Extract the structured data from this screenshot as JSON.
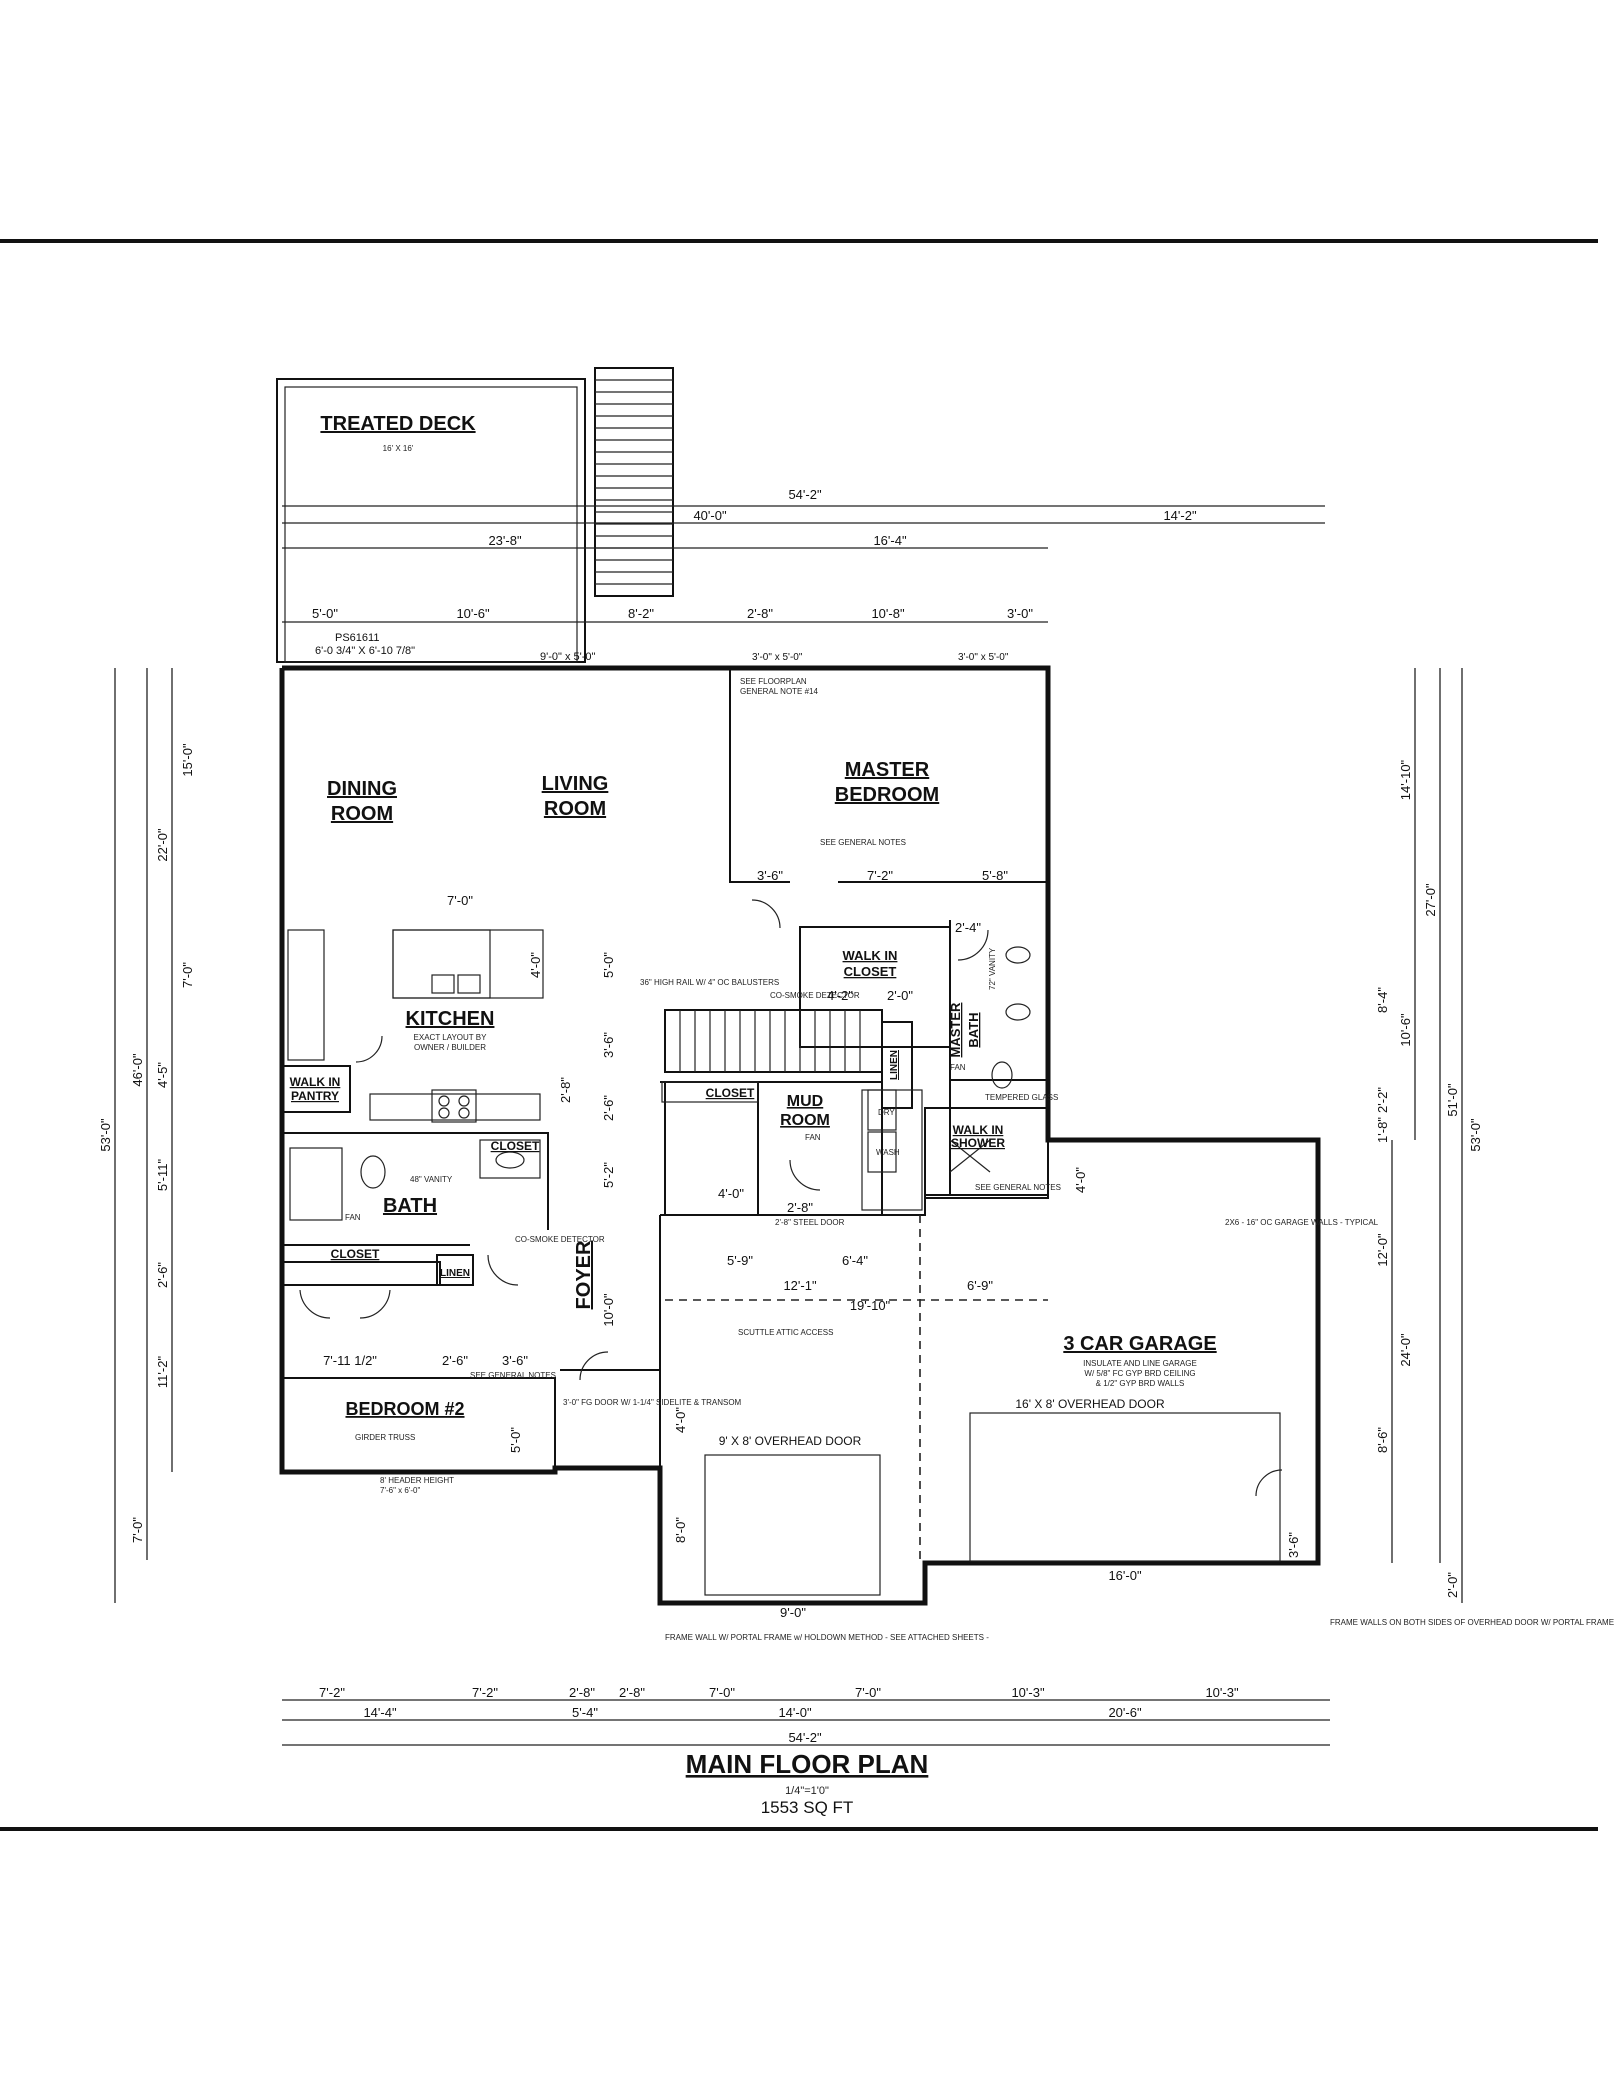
{
  "rooms": {
    "treated_deck": "TREATED DECK",
    "treated_deck_size": "16' X 16'",
    "dining": [
      "DINING",
      "ROOM"
    ],
    "living": [
      "LIVING",
      "ROOM"
    ],
    "master_bedroom": [
      "MASTER",
      "BEDROOM"
    ],
    "kitchen": "KITCHEN",
    "kitchen_note": [
      "EXACT LAYOUT BY",
      "OWNER / BUILDER"
    ],
    "walk_in_pantry": [
      "WALK IN",
      "PANTRY"
    ],
    "walk_in_closet": [
      "WALK IN",
      "CLOSET"
    ],
    "master_bath": [
      "MASTER",
      "BATH"
    ],
    "walk_in_shower": [
      "WALK IN",
      "SHOWER"
    ],
    "mud_room": [
      "MUD",
      "ROOM"
    ],
    "closet": "CLOSET",
    "linen": "LINEN",
    "bath": "BATH",
    "foyer": "FOYER",
    "bedroom2": "BEDROOM #2",
    "garage": "3 CAR GARAGE",
    "garage_note": [
      "INSULATE AND LINE GARAGE",
      "W/ 5/8\" FC GYP BRD CEILING",
      "& 1/2\" GYP BRD WALLS"
    ]
  },
  "notes": {
    "ps": "PS61611",
    "deck_door": "6'-0 3/4\" X 6'-10 7/8\"",
    "living_window": "9'-0\" x 5'-0\"",
    "mb_window1": "3'-0\" x 5'-0\"",
    "mb_window2": "3'-0\" x 5'-0\"",
    "see_floorplan": "SEE FLOORPLAN",
    "general_note_14": "GENERAL NOTE #14",
    "see_general_notes": "SEE GENERAL NOTES",
    "smoke": "CO-SMOKE DETECTOR",
    "high_rail": "36\" HIGH RAIL W/ 4\" OC BALUSTERS",
    "vanity_48": "48\" VANITY",
    "vanity_72": "72\" VANITY",
    "tempered_glass": "TEMPERED GLASS",
    "steel_door": "2'-8\" STEEL DOOR",
    "overhead_9": "9' X 8' OVERHEAD DOOR",
    "overhead_16": "16' X 8' OVERHEAD DOOR",
    "attic": "SCUTTLE ATTIC ACCESS",
    "girder_truss": "GIRDER TRUSS",
    "header_height": "8' HEADER HEIGHT",
    "bed2_window": "7'-6\" x 6'-0\"",
    "fg_door": "3'-0\" FG DOOR W/ 1-1/4\" SIDELITE & TRANSOM",
    "garage_walls": "2X6 - 16\" OC GARAGE WALLS - TYPICAL",
    "frame_wall_left": "FRAME WALL W/ PORTAL FRAME w/ HOLDOWN METHOD - SEE ATTACHED SHEETS -",
    "frame_wall_right": "FRAME WALLS ON BOTH SIDES OF OVERHEAD DOOR W/ PORTAL FRAME w/ HOLDOWN METHOD - SEE ATTACHED SHEETS -",
    "fan": "FAN",
    "dry": "DRY",
    "wash": "WASH"
  },
  "dims": {
    "top": [
      "54'-2\"",
      "40'-0\"",
      "14'-2\"",
      "23'-8\"",
      "16'-4\"",
      "5'-0\"",
      "10'-6\"",
      "8'-2\"",
      "2'-8\"",
      "10'-8\"",
      "3'-0\""
    ],
    "bottom": [
      "7'-2\"",
      "7'-2\"",
      "2'-8\"",
      "2'-8\"",
      "7'-0\"",
      "7'-0\"",
      "10'-3\"",
      "10'-3\"",
      "14'-4\"",
      "5'-4\"",
      "14'-0\"",
      "20'-6\"",
      "54'-2\""
    ],
    "left": [
      "53'-0\"",
      "46'-0\"",
      "22'-0\"",
      "15'-0\"",
      "7'-0\"",
      "4'-5\"",
      "5'-11\"",
      "2'-6\"",
      "11'-2\"",
      "7'-0\""
    ],
    "right": [
      "14'-10\"",
      "27'-0\"",
      "51'-0\"",
      "53'-0\"",
      "8'-4\"",
      "10'-6\"",
      "2'-2\"",
      "1'-8\"",
      "12'-0\"",
      "24'-0\"",
      "8'-6\"",
      "2'-0\""
    ],
    "interior": [
      "7'-0\"",
      "4'-0\"",
      "3'-6\"",
      "7'-2\"",
      "5'-8\"",
      "4'-2\"",
      "2'-0\"",
      "2'-4\"",
      "5'-0\"",
      "3'-6\"",
      "2'-6\"",
      "5'-2\"",
      "10'-0\"",
      "5'-9\"",
      "6'-4\"",
      "12'-1\"",
      "6'-9\"",
      "19'-10\"",
      "7'-11 1/2\"",
      "2'-6\"",
      "3'-6\"",
      "5'-0\"",
      "4'-0\"",
      "8'-0\"",
      "9'-0\"",
      "16'-0\"",
      "4'-0\"",
      "2'-8\"",
      "2'-8\"",
      "4'-0\"",
      "3'-6\""
    ]
  },
  "title": {
    "name": "MAIN FLOOR PLAN",
    "scale": "1/4\"=1'0\"",
    "area": "1553 SQ FT"
  }
}
